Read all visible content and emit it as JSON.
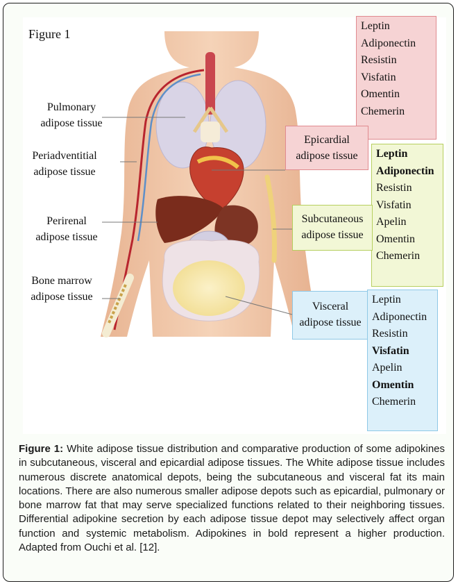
{
  "figure": {
    "label": "Figure 1",
    "left_labels": {
      "pulmonary": [
        "Pulmonary",
        "adipose tissue"
      ],
      "periadventitial": [
        "Periadventitial",
        "adipose tissue"
      ],
      "perirenal": [
        "Perirenal",
        "adipose tissue"
      ],
      "bone_marrow": [
        "Bone marrow",
        "adipose tissue"
      ]
    },
    "epicardial": {
      "tissue": [
        "Epicardial",
        "adipose tissue"
      ],
      "adipokines": [
        {
          "name": "Leptin",
          "bold": false
        },
        {
          "name": "Adiponectin",
          "bold": false
        },
        {
          "name": "Resistin",
          "bold": false
        },
        {
          "name": "Visfatin",
          "bold": false
        },
        {
          "name": "Omentin",
          "bold": false
        },
        {
          "name": "Chemerin",
          "bold": false
        }
      ]
    },
    "subcutaneous": {
      "tissue": [
        "Subcutaneous",
        "adipose tissue"
      ],
      "adipokines": [
        {
          "name": "Leptin",
          "bold": true
        },
        {
          "name": "Adiponectin",
          "bold": true
        },
        {
          "name": "Resistin",
          "bold": false
        },
        {
          "name": "Visfatin",
          "bold": false
        },
        {
          "name": "Apelin",
          "bold": false
        },
        {
          "name": "Omentin",
          "bold": false
        },
        {
          "name": "Chemerin",
          "bold": false
        }
      ]
    },
    "visceral": {
      "tissue": [
        "Visceral",
        "adipose tissue"
      ],
      "adipokines": [
        {
          "name": "Leptin",
          "bold": false
        },
        {
          "name": "Adiponectin",
          "bold": false
        },
        {
          "name": "Resistin",
          "bold": false
        },
        {
          "name": "Visfatin",
          "bold": true
        },
        {
          "name": "Apelin",
          "bold": false
        },
        {
          "name": "Omentin",
          "bold": true
        },
        {
          "name": "Chemerin",
          "bold": false
        }
      ]
    }
  },
  "caption": {
    "lead": "Figure 1:",
    "text": "White adipose tissue distribution and comparative production of some adipokines in subcutaneous, visceral and epicardial adipose tissues. The White adipose tissue includes numerous discrete anatomical depots, being the subcutaneous and visceral fat its main locations. There are also numerous smaller adipose depots such as epicardial, pulmonary or bone marrow fat that may serve specialized functions related to their neighboring tissues. Differential adipokine secretion by each adipose tissue depot may selectively affect organ function and systemic metabolism. Adipokines in bold represent a higher production. Adapted from Ouchi et al. [12]."
  },
  "colors": {
    "epicardial_box": "#f6d3d4",
    "subcutaneous_box": "#f2f7d6",
    "visceral_box": "#dcf0fa",
    "skin": "#f2c9a8"
  }
}
